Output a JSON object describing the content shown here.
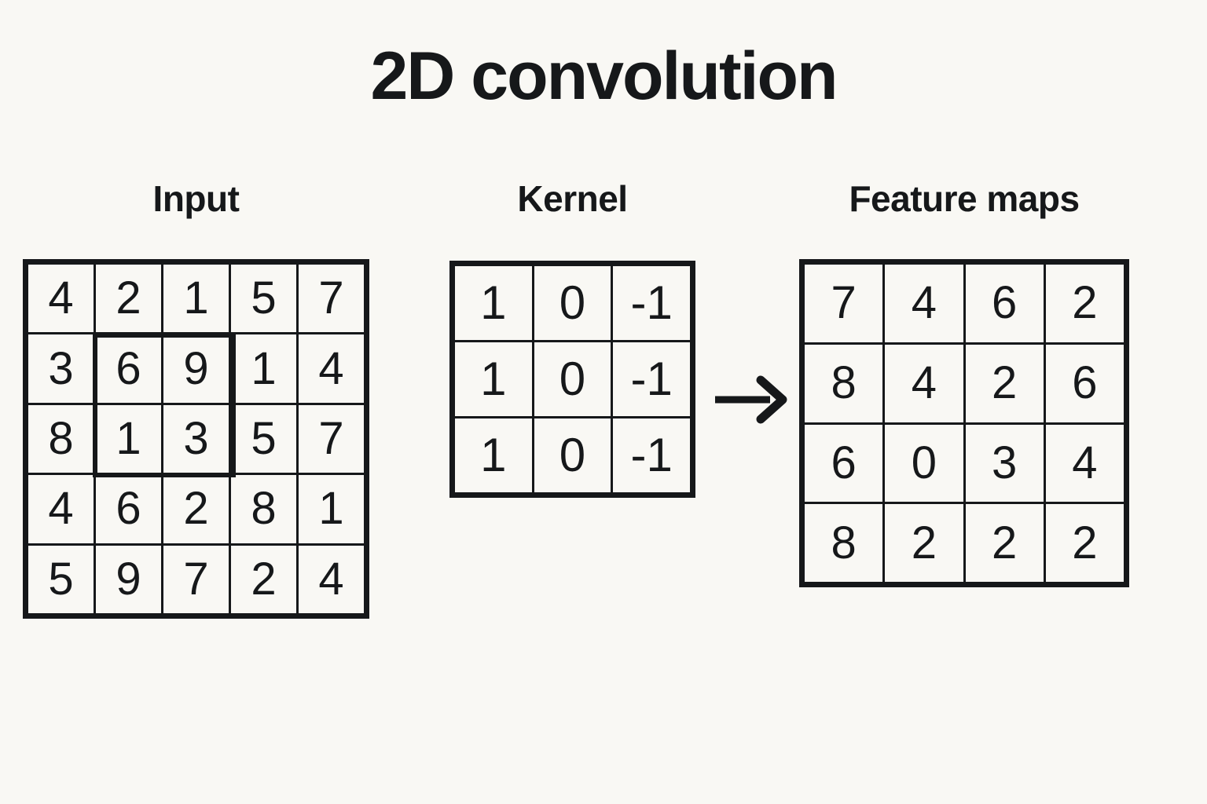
{
  "title": "2D convolution",
  "colors": {
    "background": "#f9f8f4",
    "ink": "#16181a",
    "cell_fill": "#f9f8f4"
  },
  "sections": {
    "input": {
      "label": "Input"
    },
    "kernel": {
      "label": "Kernel"
    },
    "feature_maps": {
      "label": "Feature maps"
    }
  },
  "arrow": {
    "name": "right-arrow",
    "glyph": "→"
  },
  "chart_data": {
    "type": "table",
    "title": "2D convolution",
    "grids": [
      {
        "name": "input",
        "label": "Input",
        "rows": 5,
        "cols": 5,
        "values": [
          [
            4,
            2,
            1,
            5,
            7
          ],
          [
            3,
            6,
            9,
            1,
            4
          ],
          [
            8,
            1,
            3,
            5,
            7
          ],
          [
            4,
            6,
            2,
            8,
            1
          ],
          [
            5,
            9,
            7,
            2,
            4
          ]
        ],
        "highlight": {
          "name": "receptive-field",
          "row_start": 2,
          "row_end": 3,
          "col_start": 2,
          "col_end": 3,
          "values": [
            [
              6,
              9
            ],
            [
              1,
              3
            ]
          ]
        }
      },
      {
        "name": "kernel",
        "label": "Kernel",
        "rows": 3,
        "cols": 3,
        "values": [
          [
            1,
            0,
            -1
          ],
          [
            1,
            0,
            -1
          ],
          [
            1,
            0,
            -1
          ]
        ]
      },
      {
        "name": "feature_maps",
        "label": "Feature maps",
        "rows": 4,
        "cols": 4,
        "values": [
          [
            7,
            4,
            6,
            2
          ],
          [
            8,
            4,
            2,
            6
          ],
          [
            6,
            0,
            3,
            4
          ],
          [
            8,
            2,
            2,
            2
          ]
        ]
      }
    ]
  },
  "input_grid": {
    "rows": [
      [
        "4",
        "2",
        "1",
        "5",
        "7"
      ],
      [
        "3",
        "6",
        "9",
        "1",
        "4"
      ],
      [
        "8",
        "1",
        "3",
        "5",
        "7"
      ],
      [
        "4",
        "6",
        "2",
        "8",
        "1"
      ],
      [
        "5",
        "9",
        "7",
        "2",
        "4"
      ]
    ]
  },
  "kernel_grid": {
    "rows": [
      [
        "1",
        "0",
        "-1"
      ],
      [
        "1",
        "0",
        "-1"
      ],
      [
        "1",
        "0",
        "-1"
      ]
    ]
  },
  "feature_grid": {
    "rows": [
      [
        "7",
        "4",
        "6",
        "2"
      ],
      [
        "8",
        "4",
        "2",
        "6"
      ],
      [
        "6",
        "0",
        "3",
        "4"
      ],
      [
        "8",
        "2",
        "2",
        "2"
      ]
    ]
  }
}
